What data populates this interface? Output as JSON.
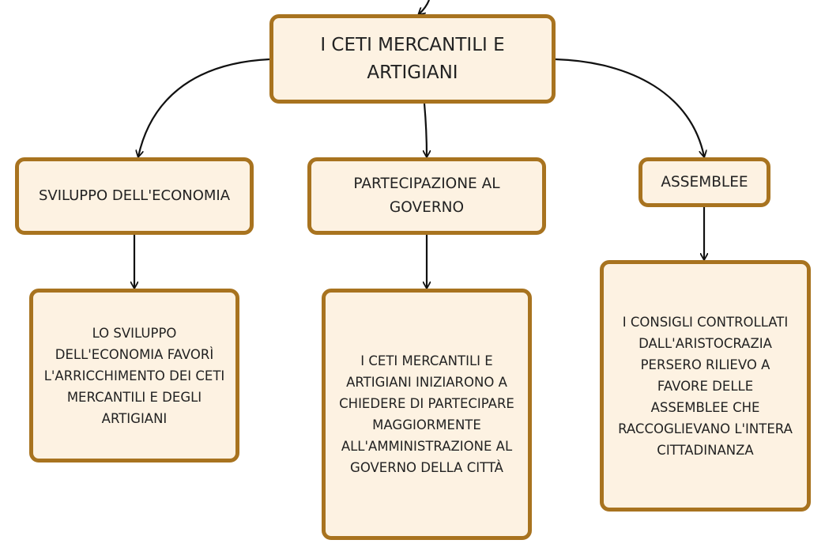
{
  "root": {
    "label": "I CETI MERCANTILI E\nARTIGIANI"
  },
  "branches": [
    {
      "label": "SVILUPPO DELL'ECONOMIA",
      "detail": "LO SVILUPPO\nDELL'ECONOMIA FAVORÌ\nL'ARRICCHIMENTO DEI CETI\nMERCANTILI E DEGLI\nARTIGIANI"
    },
    {
      "label": "PARTECIPAZIONE AL\nGOVERNO",
      "detail": "I CETI MERCANTILI E\nARTIGIANI INIZIARONO A\nCHIEDERE DI PARTECIPARE\nMAGGIORMENTE\nALL'AMMINISTRAZIONE AL\nGOVERNO DELLA CITTÀ"
    },
    {
      "label": "ASSEMBLEE",
      "detail": "I CONSIGLI CONTROLLATI\nDALL'ARISTOCRAZIA\nPERSERO RILIEVO A\nFAVORE DELLE\nASSEMBLEE CHE\nRACCOGLIEVANO L'INTERA\nCITTADINANZA"
    }
  ],
  "colors": {
    "node_fill": "#fdf2e2",
    "node_border": "#a8731f",
    "connector": "#111111",
    "text": "#222222"
  }
}
